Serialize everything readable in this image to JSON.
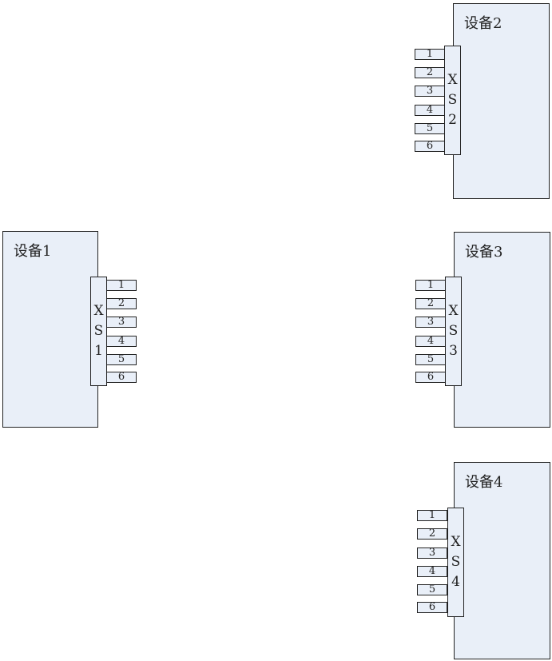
{
  "devices": [
    {
      "label": "设备2",
      "connector": [
        "X",
        "S",
        "2"
      ],
      "pins": [
        "1",
        "2",
        "3",
        "4",
        "5",
        "6"
      ]
    },
    {
      "label": "设备1",
      "connector": [
        "X",
        "S",
        "1"
      ],
      "pins": [
        "1",
        "2",
        "3",
        "4",
        "5",
        "6"
      ]
    },
    {
      "label": "设备3",
      "connector": [
        "X",
        "S",
        "3"
      ],
      "pins": [
        "1",
        "2",
        "3",
        "4",
        "5",
        "6"
      ]
    },
    {
      "label": "设备4",
      "connector": [
        "X",
        "S",
        "4"
      ],
      "pins": [
        "1",
        "2",
        "3",
        "4",
        "5",
        "6"
      ]
    }
  ]
}
